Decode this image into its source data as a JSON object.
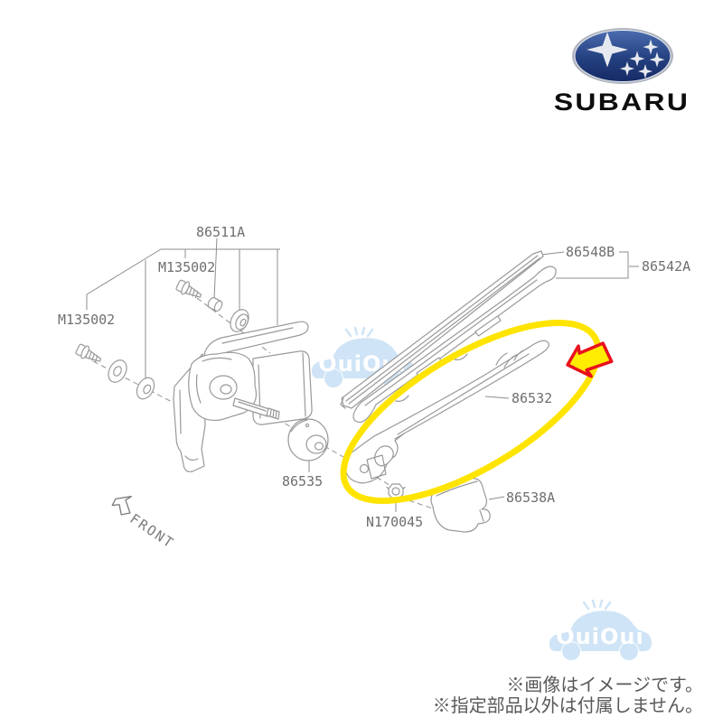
{
  "brand": {
    "name": "SUBARU"
  },
  "logo": {
    "oval_top_color": "#4a6cb0",
    "oval_bottom_color": "#162a66",
    "rim_color": "#aeb4c0",
    "star_color": "#e6e9f0"
  },
  "watermark": {
    "text": "OuiOui",
    "color": "#cfe4f6"
  },
  "diagram": {
    "front_label": "FRONT",
    "line_color": "#999999",
    "labels": {
      "p86511a": "86511A",
      "m135002_top": "M135002",
      "m135002_left": "M135002",
      "p86548b": "86548B",
      "p86542a": "86542A",
      "p86532": "86532",
      "p86535": "86535",
      "n170045": "N170045",
      "p86538a": "86538A"
    },
    "highlight": {
      "ellipse_color": "#ffe400",
      "arrow_fill": "#ffec00",
      "arrow_stroke": "#e8111c"
    }
  },
  "footnotes": {
    "line1": "※画像はイメージです。",
    "line2": "※指定部品以外は付属しません。"
  }
}
